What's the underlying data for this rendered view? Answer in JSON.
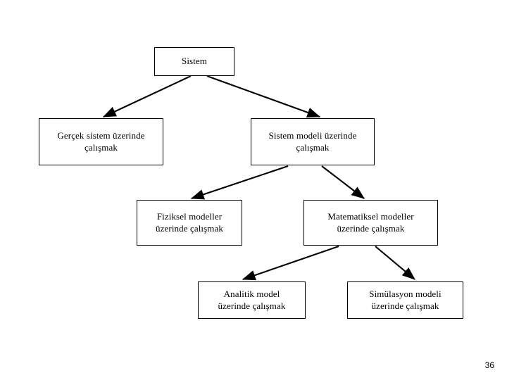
{
  "slide": {
    "page_number": "36",
    "background_color": "#ffffff",
    "line_color": "#000000",
    "text_color": "#000000"
  },
  "diagram": {
    "type": "tree",
    "nodes": [
      {
        "id": "root",
        "label": "Sistem"
      },
      {
        "id": "real",
        "label": "Gerçek sistem üzerinde\nçalışmak"
      },
      {
        "id": "model",
        "label": "Sistem modeli üzerinde\nçalışmak"
      },
      {
        "id": "physical",
        "label": "Fiziksel modeller\nüzerinde çalışmak"
      },
      {
        "id": "math",
        "label": "Matematiksel modeller\nüzerinde çalışmak"
      },
      {
        "id": "analytic",
        "label": "Analitik model\nüzerinde çalışmak"
      },
      {
        "id": "sim",
        "label": "Simülasyon modeli\nüzerinde çalışmak"
      }
    ],
    "edges": [
      {
        "from": "root",
        "to": "real"
      },
      {
        "from": "root",
        "to": "model"
      },
      {
        "from": "model",
        "to": "physical"
      },
      {
        "from": "model",
        "to": "math"
      },
      {
        "from": "math",
        "to": "analytic"
      },
      {
        "from": "math",
        "to": "sim"
      }
    ]
  }
}
